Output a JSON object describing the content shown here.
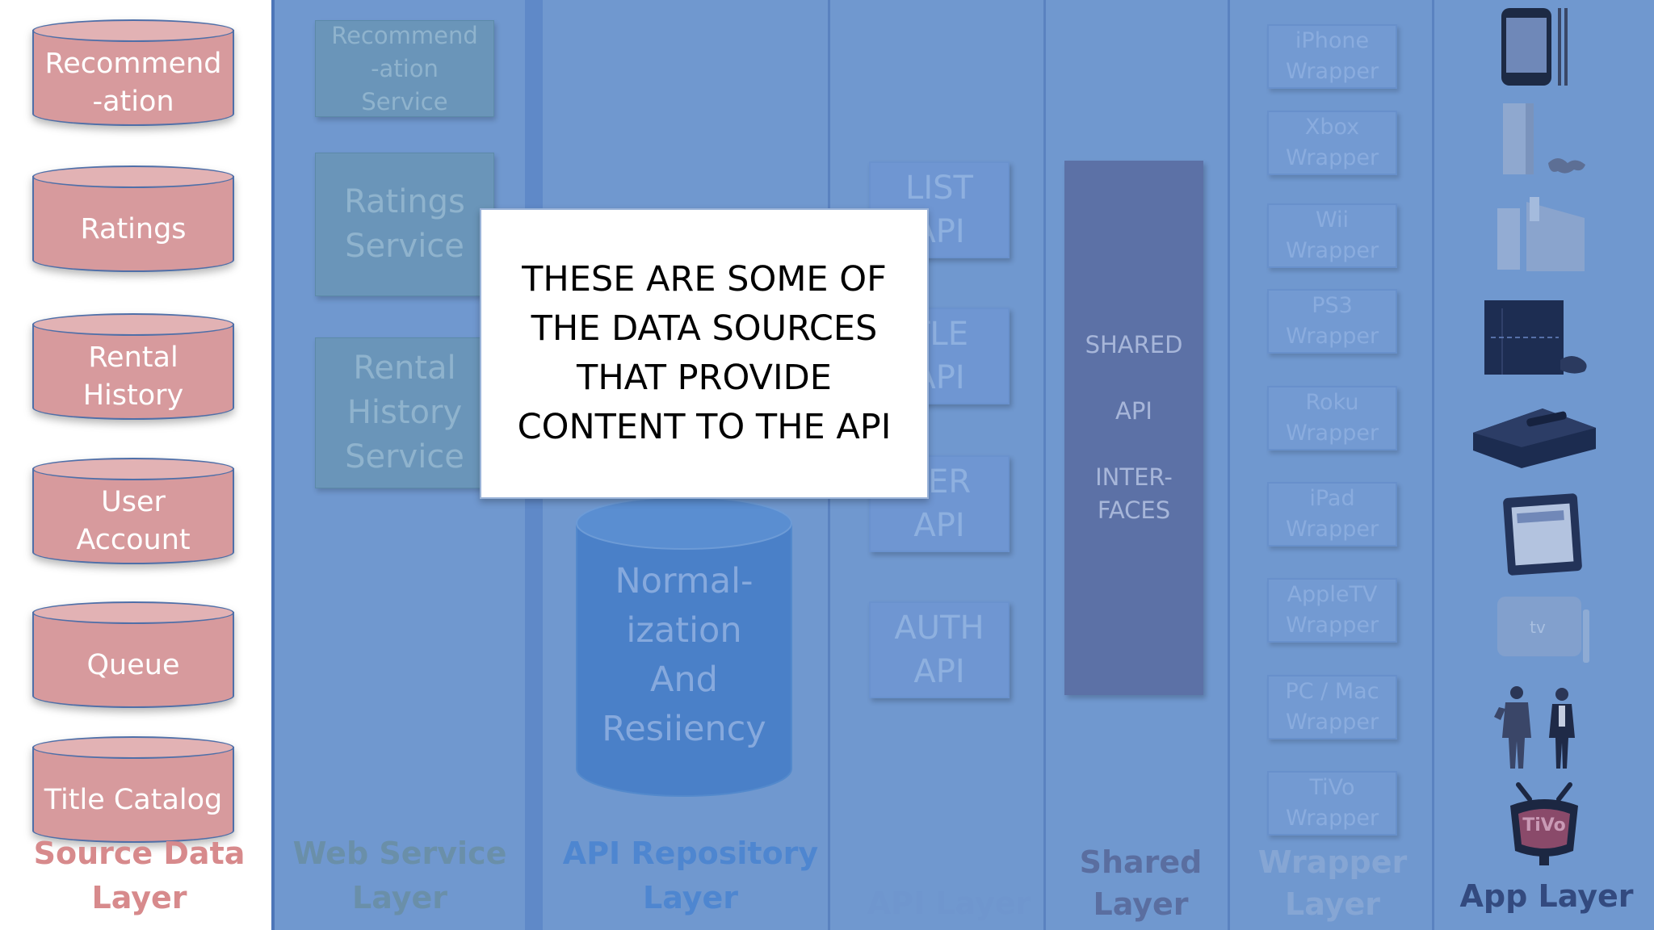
{
  "source_layer": {
    "cylinders": [
      {
        "label": "Recommend\n-ation"
      },
      {
        "label": "Ratings"
      },
      {
        "label": "Rental\nHistory"
      },
      {
        "label": "User\nAccount"
      },
      {
        "label": "Queue"
      },
      {
        "label": "Title Catalog"
      }
    ],
    "layer_label": "Source Data\nLayer"
  },
  "web_service_layer": {
    "services": [
      {
        "label": "Recommend\n-ation\nService"
      },
      {
        "label": "Ratings\nService"
      },
      {
        "label": "Rental\nHistory\nService"
      }
    ],
    "layer_label": "Web Service\nLayer"
  },
  "api_repository_layer": {
    "store_label": "Normal-\nization\nAnd\nResiiency",
    "layer_label": "API Repository\nLayer"
  },
  "api_layer": {
    "apis": [
      {
        "label": "LIST\nAPI"
      },
      {
        "label": "TLE\nAPI"
      },
      {
        "label": "SER\nAPI"
      },
      {
        "label": "AUTH\nAPI"
      }
    ],
    "layer_label": "API Layer"
  },
  "shared_layer": {
    "interface_lines": [
      "SHARED",
      "API",
      "INTER-",
      "FACES"
    ],
    "layer_label": "Shared\nLayer"
  },
  "wrapper_layer": {
    "wrappers": [
      {
        "label": "iPhone\nWrapper"
      },
      {
        "label": "Xbox\nWrapper"
      },
      {
        "label": "Wii\nWrapper"
      },
      {
        "label": "PS3\nWrapper"
      },
      {
        "label": "Roku\nWrapper"
      },
      {
        "label": "iPad\nWrapper"
      },
      {
        "label": "AppleTV\nWrapper"
      },
      {
        "label": "PC / Mac\nWrapper"
      },
      {
        "label": "TiVo\nWrapper"
      }
    ],
    "layer_label": "Wrapper\nLayer"
  },
  "app_layer": {
    "devices": [
      {
        "icon": "iphone-icon"
      },
      {
        "icon": "xbox-icon"
      },
      {
        "icon": "wii-icon"
      },
      {
        "icon": "ps3-icon"
      },
      {
        "icon": "roku-icon"
      },
      {
        "icon": "ipad-icon"
      },
      {
        "icon": "appletv-icon",
        "text": "tv"
      },
      {
        "icon": "pc-mac-people-icon"
      },
      {
        "icon": "tivo-icon",
        "text": "TiVo"
      }
    ],
    "layer_label": "App Layer"
  },
  "callout": {
    "text": "THESE ARE SOME OF\nTHE DATA SOURCES\nTHAT PROVIDE\nCONTENT TO THE API"
  },
  "colors": {
    "cylinder_fill": "#d79a9d",
    "source_label": "#d78a8c",
    "overlay": "#7098cf",
    "shared_block": "#5c71a6",
    "app_layer_label": "#334a7f"
  }
}
